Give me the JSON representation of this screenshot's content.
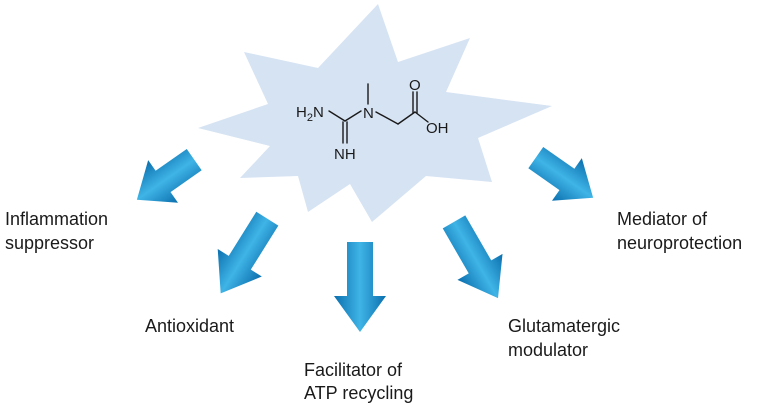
{
  "molecule": {
    "atoms": {
      "amine_h": "H",
      "amine_sub": "2",
      "amine_n": "N",
      "tertiary_n": "N",
      "imine": "NH",
      "carbonyl_o": "O",
      "hydroxyl": "OH"
    }
  },
  "roles": [
    {
      "id": "inflammation",
      "lines": [
        "Inflammation",
        "suppressor"
      ]
    },
    {
      "id": "antioxidant",
      "lines": [
        "Antioxidant"
      ]
    },
    {
      "id": "atp",
      "lines": [
        "Facilitator of",
        "ATP recycling"
      ]
    },
    {
      "id": "glutamatergic",
      "lines": [
        "Glutamatergic",
        "modulator"
      ]
    },
    {
      "id": "neuroprotection",
      "lines": [
        "Mediator of",
        "neuroprotection"
      ]
    }
  ],
  "colors": {
    "burst_fill": "#d6e3f3",
    "arrow_light": "#3fb4e6",
    "arrow_dark": "#0b6fae",
    "text": "#1a1a1a"
  },
  "icons": {
    "burst": "starburst-shape",
    "arrow": "thick-down-arrow"
  }
}
